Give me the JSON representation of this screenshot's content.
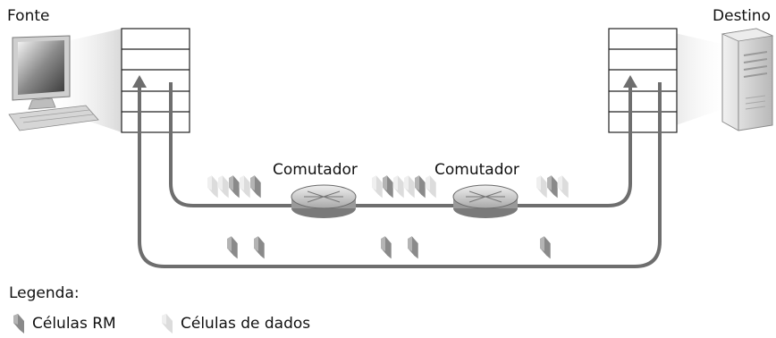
{
  "labels": {
    "source": "Fonte",
    "destination": "Destino",
    "switch_1": "Comutador",
    "switch_2": "Comutador"
  },
  "legend": {
    "title": "Legenda:",
    "rm_cells": "Células RM",
    "data_cells": "Células de dados"
  },
  "colors": {
    "rm_cell": "#8a8a8a",
    "data_cell": "#dcdcdc",
    "path": "#6e6e6e",
    "switch_top": "#d8d8d8",
    "beam": "#e6e6e6"
  },
  "icons": {
    "source_host": "desktop-computer-icon",
    "destination_host": "server-tower-icon",
    "switch": "atm-switch-icon"
  }
}
